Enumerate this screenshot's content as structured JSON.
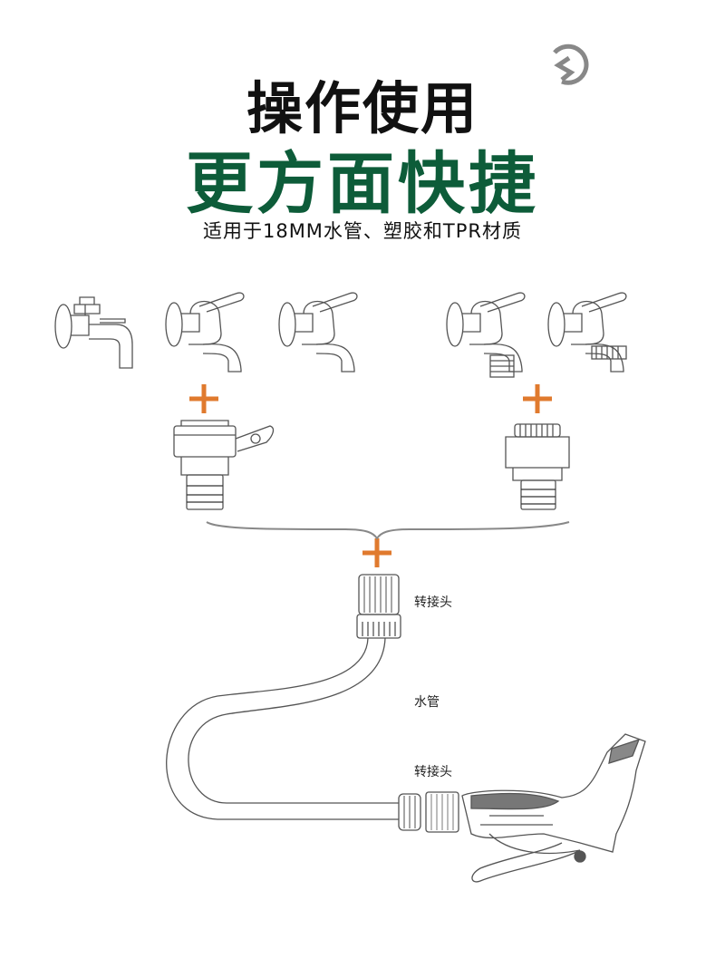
{
  "header": {
    "title_line1": "操作使用",
    "title_line2": "更方面快捷",
    "subtitle": "适用于18MM水管、塑胶和TPR材质"
  },
  "labels": {
    "top_adapter": "转接头",
    "hose": "水管",
    "bottom_adapter": "转接头"
  },
  "colors": {
    "accent_green": "#0d5c39",
    "plus_orange": "#e07a2e",
    "line": "#555555"
  },
  "icons": [
    "brand-logo-icon",
    "faucet-icon",
    "plus-icon",
    "faucet-adapter-icon",
    "hose-connector-icon",
    "hose-icon",
    "spray-gun-icon"
  ]
}
